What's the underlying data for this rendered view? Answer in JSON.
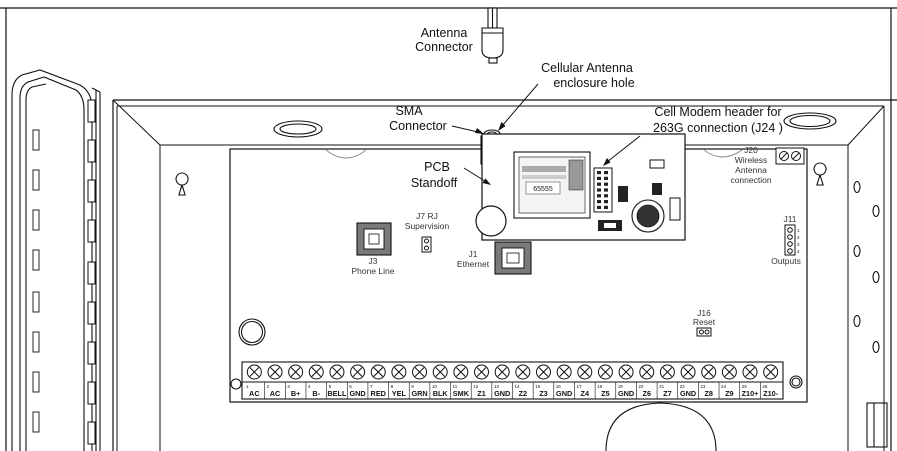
{
  "labels": {
    "antenna_connector": [
      "Antenna",
      "Connector"
    ],
    "cellular_antenna_hole": [
      "Cellular Antenna",
      "enclosure hole"
    ],
    "sma_connector": [
      "SMA",
      "Connector"
    ],
    "cell_modem_header": [
      "Cell Modem header for",
      "263G connection (J24 )"
    ],
    "pcb_standoff": [
      "PCB",
      "Standoff"
    ],
    "j20": [
      "J20",
      "Wireless",
      "Antenna",
      "connection"
    ],
    "j7": [
      "J7 RJ",
      "Supervision"
    ],
    "j3": [
      "J3",
      "Phone Line"
    ],
    "j1": [
      "J1",
      "Ethernet"
    ],
    "j11": "J11",
    "j11_pins": [
      "1",
      "2",
      "3",
      "4"
    ],
    "outputs": "Outputs",
    "j16": [
      "J16",
      "Reset"
    ],
    "chip_text": "65555"
  },
  "terminals": [
    {
      "num": "1",
      "label": "AC"
    },
    {
      "num": "2",
      "label": "AC"
    },
    {
      "num": "3",
      "label": "B+"
    },
    {
      "num": "4",
      "label": "B-"
    },
    {
      "num": "5",
      "label": "BELL"
    },
    {
      "num": "6",
      "label": "GND"
    },
    {
      "num": "7",
      "label": "RED"
    },
    {
      "num": "8",
      "label": "YEL"
    },
    {
      "num": "9",
      "label": "GRN"
    },
    {
      "num": "10",
      "label": "BLK"
    },
    {
      "num": "11",
      "label": "SMK"
    },
    {
      "num": "12",
      "label": "Z1"
    },
    {
      "num": "13",
      "label": "GND"
    },
    {
      "num": "14",
      "label": "Z2"
    },
    {
      "num": "15",
      "label": "Z3"
    },
    {
      "num": "16",
      "label": "GND"
    },
    {
      "num": "17",
      "label": "Z4"
    },
    {
      "num": "18",
      "label": "Z5"
    },
    {
      "num": "19",
      "label": "GND"
    },
    {
      "num": "20",
      "label": "Z6"
    },
    {
      "num": "21",
      "label": "Z7"
    },
    {
      "num": "22",
      "label": "GND"
    },
    {
      "num": "23",
      "label": "Z8"
    },
    {
      "num": "24",
      "label": "Z9"
    },
    {
      "num": "25",
      "label": "Z10+"
    },
    {
      "num": "26",
      "label": "Z10-"
    }
  ]
}
